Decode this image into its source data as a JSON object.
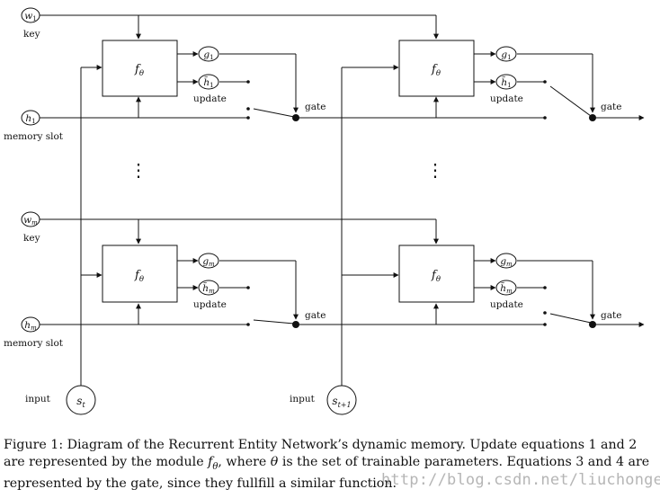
{
  "labels": {
    "w1": "w",
    "w1_sub": "1",
    "wm": "w",
    "wm_sub": "m",
    "h1": "h",
    "h1_sub": "1",
    "hm": "h",
    "hm_sub": "m",
    "key": "key",
    "memory_slot": "memory slot",
    "input": "input",
    "st": "s",
    "st_sub": "t",
    "st1": "s",
    "st1_sub": "t+1",
    "f_theta": "f",
    "f_theta_sub": "θ",
    "g1": "g",
    "g1_sub": "1",
    "gm": "g",
    "gm_sub": "m",
    "h1_tilde": "h̃",
    "h1_tilde_sub": "1",
    "hm_tilde": "h̃",
    "hm_tilde_sub": "m",
    "update": "update",
    "gate": "gate",
    "vdots": "⋮"
  },
  "caption": {
    "p1": "Figure 1: Diagram of the Recurrent Entity Network’s dynamic memory. Update equations 1 and 2 are represented by the module ",
    "f": "f",
    "f_sub": "θ",
    "p2": ", where ",
    "theta": "θ",
    "p3": " is the set of trainable parameters. Equations 3 and 4 are represented by the gate, since they fullfill a similar function."
  },
  "watermark": "http://blog.csdn.net/liuchonge"
}
